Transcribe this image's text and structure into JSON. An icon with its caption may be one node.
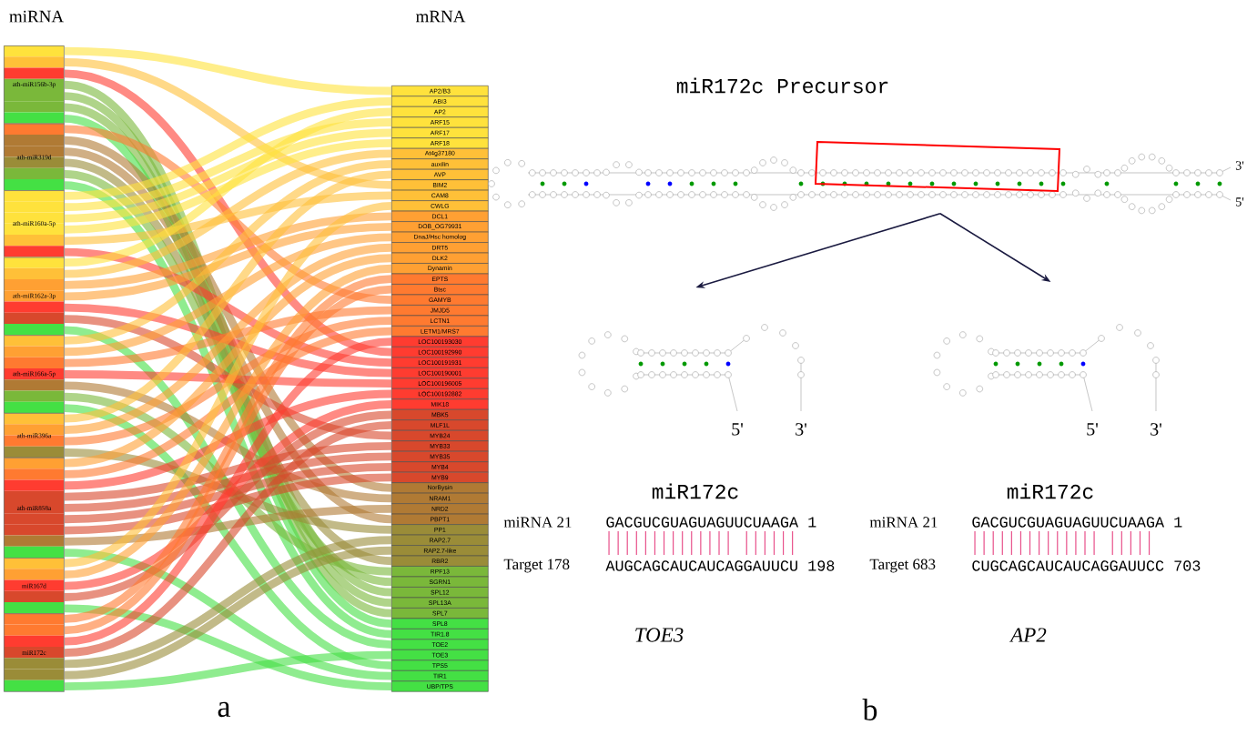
{
  "diagram": {
    "nodes": [
      {
        "text": [
          "ath-miR156b-3p"
        ]
      },
      {
        "text": [
          "ath-miR319d"
        ]
      },
      {
        "text": [
          "ath-miR160a-5p"
        ]
      },
      {
        "text": [
          "ath-miR162a-3p"
        ]
      },
      {
        "text": [
          "ath-miR166a-5p"
        ]
      },
      {
        "text": [
          "ath-miR396a"
        ]
      },
      {
        "text": [
          "ath-miR858a"
        ]
      },
      {
        "text": [
          "miR167d"
        ]
      },
      {
        "text": [
          "miR172c"
        ]
      },
      {
        "text": [
          "AP2/B3"
        ]
      },
      {
        "text": [
          "ABI3"
        ]
      },
      {
        "text": [
          "AP2"
        ]
      },
      {
        "text": [
          "ARF15"
        ]
      },
      {
        "text": [
          "ARF17"
        ]
      },
      {
        "text": [
          "ARF18"
        ]
      },
      {
        "text": [
          "At4g37180"
        ]
      },
      {
        "text": [
          "auxilin"
        ]
      },
      {
        "text": [
          "AVP"
        ]
      },
      {
        "text": [
          "BIM2"
        ]
      },
      {
        "text": [
          "CAM8"
        ]
      },
      {
        "text": [
          "CWLG"
        ]
      },
      {
        "text": [
          "DCL1"
        ]
      },
      {
        "text": [
          "DOB_OG79931"
        ]
      },
      {
        "text": [
          "DnaJ/Hsc homolog"
        ]
      },
      {
        "text": [
          "DRT5"
        ]
      },
      {
        "text": [
          "DLK2"
        ]
      },
      {
        "text": [
          "Dynamin"
        ]
      },
      {
        "text": [
          "EPTS"
        ]
      },
      {
        "text": [
          "Btsc"
        ]
      },
      {
        "text": [
          "GAMYB"
        ]
      },
      {
        "text": [
          "JMJD5"
        ]
      },
      {
        "text": [
          "LCTN1"
        ]
      },
      {
        "text": [
          "LETM1/MRS7"
        ]
      },
      {
        "text": [
          "LOC100193030"
        ]
      },
      {
        "text": [
          "LOC100192990"
        ]
      },
      {
        "text": [
          "LOC100191931"
        ]
      },
      {
        "text": [
          "LOC100190001"
        ]
      },
      {
        "text": [
          "LOC100196005"
        ]
      },
      {
        "text": [
          "LOC100192882"
        ]
      },
      {
        "text": [
          "MIK18"
        ]
      },
      {
        "text": [
          "MBK5"
        ]
      },
      {
        "text": [
          "MLF1L"
        ]
      },
      {
        "text": [
          "MYB24"
        ]
      },
      {
        "text": [
          "MYB33"
        ]
      },
      {
        "text": [
          "MYB35"
        ]
      },
      {
        "text": [
          "MYB4"
        ]
      },
      {
        "text": [
          "MYB9"
        ]
      },
      {
        "text": [
          "NorBysin"
        ]
      },
      {
        "text": [
          "NRAM1"
        ]
      },
      {
        "text": [
          "NRD2"
        ]
      },
      {
        "text": [
          "PBPT1"
        ]
      },
      {
        "text": [
          "PP1"
        ]
      },
      {
        "text": [
          "RAP2.7"
        ]
      },
      {
        "text": [
          "RAP2.7-like"
        ]
      },
      {
        "text": [
          "RBR2"
        ]
      },
      {
        "text": [
          "RPF13"
        ]
      },
      {
        "text": [
          "SGRN1"
        ]
      },
      {
        "text": [
          "SPL12"
        ]
      },
      {
        "text": [
          "SPL13A"
        ]
      },
      {
        "text": [
          "SPL7"
        ]
      },
      {
        "text": [
          "SPL8"
        ]
      },
      {
        "text": [
          "TIR1.8"
        ]
      },
      {
        "text": [
          "TOE2"
        ]
      },
      {
        "text": [
          "TOE3"
        ]
      },
      {
        "text": [
          "TPS5"
        ]
      },
      {
        "text": [
          "TIR1"
        ]
      },
      {
        "text": [
          "UBP/TPS"
        ]
      },
      {
        "text": [],
        "shape": "picture",
        "beside": [
          "miR172c Precursor",
          "3'",
          "5'"
        ]
      },
      {
        "text": [],
        "shape": "picture",
        "beside": [
          "miR172c",
          "5'",
          "3'"
        ]
      },
      {
        "text": [],
        "shape": "picture",
        "beside": [
          "miR172c",
          "5'",
          "3'"
        ]
      }
    ],
    "edges": [
      {
        "from": 0,
        "to": 9,
        "arrow": "none",
        "color": "#ffe23c"
      },
      {
        "from": 0,
        "to": 18,
        "arrow": "none",
        "color": "#ffc038"
      },
      {
        "from": 0,
        "to": 34,
        "arrow": "none",
        "color": "#ff3c30"
      },
      {
        "from": 0,
        "to": 57,
        "arrow": "none",
        "color": "#7ab83a"
      },
      {
        "from": 0,
        "to": 58,
        "arrow": "none",
        "color": "#7ab83a"
      },
      {
        "from": 0,
        "to": 59,
        "arrow": "none",
        "color": "#7ab83a"
      },
      {
        "from": 0,
        "to": 60,
        "arrow": "none",
        "color": "#44e044"
      },
      {
        "from": 1,
        "to": 29,
        "arrow": "none",
        "color": "#ff7a30"
      },
      {
        "from": 1,
        "to": 47,
        "arrow": "none",
        "color": "#b07a34"
      },
      {
        "from": 1,
        "to": 50,
        "arrow": "none",
        "color": "#b07a34"
      },
      {
        "from": 1,
        "to": 54,
        "arrow": "none",
        "color": "#9a8c38"
      },
      {
        "from": 1,
        "to": 56,
        "arrow": "none",
        "color": "#7ab83a"
      },
      {
        "from": 1,
        "to": 61,
        "arrow": "none",
        "color": "#44e044"
      },
      {
        "from": 2,
        "to": 10,
        "arrow": "none",
        "color": "#ffe23c"
      },
      {
        "from": 2,
        "to": 12,
        "arrow": "none",
        "color": "#ffe23c"
      },
      {
        "from": 2,
        "to": 13,
        "arrow": "none",
        "color": "#ffe23c"
      },
      {
        "from": 2,
        "to": 14,
        "arrow": "none",
        "color": "#ffe23c"
      },
      {
        "from": 2,
        "to": 19,
        "arrow": "none",
        "color": "#ffc038"
      },
      {
        "from": 2,
        "to": 35,
        "arrow": "none",
        "color": "#ff3c30"
      },
      {
        "from": 3,
        "to": 11,
        "arrow": "none",
        "color": "#ffe23c"
      },
      {
        "from": 3,
        "to": 15,
        "arrow": "none",
        "color": "#ffc038"
      },
      {
        "from": 3,
        "to": 21,
        "arrow": "none",
        "color": "#ffa033"
      },
      {
        "from": 3,
        "to": 22,
        "arrow": "none",
        "color": "#ffa033"
      },
      {
        "from": 3,
        "to": 36,
        "arrow": "none",
        "color": "#ff3c30"
      },
      {
        "from": 3,
        "to": 42,
        "arrow": "none",
        "color": "#d8482c"
      },
      {
        "from": 3,
        "to": 62,
        "arrow": "none",
        "color": "#44e044"
      },
      {
        "from": 4,
        "to": 16,
        "arrow": "none",
        "color": "#ffc038"
      },
      {
        "from": 4,
        "to": 23,
        "arrow": "none",
        "color": "#ffa033"
      },
      {
        "from": 4,
        "to": 30,
        "arrow": "none",
        "color": "#ff7a30"
      },
      {
        "from": 4,
        "to": 37,
        "arrow": "none",
        "color": "#ff3c30"
      },
      {
        "from": 4,
        "to": 48,
        "arrow": "none",
        "color": "#b07a34"
      },
      {
        "from": 4,
        "to": 55,
        "arrow": "none",
        "color": "#7ab83a"
      },
      {
        "from": 4,
        "to": 64,
        "arrow": "none",
        "color": "#44e044"
      },
      {
        "from": 5,
        "to": 17,
        "arrow": "none",
        "color": "#ffc038"
      },
      {
        "from": 5,
        "to": 24,
        "arrow": "none",
        "color": "#ffa033"
      },
      {
        "from": 5,
        "to": 31,
        "arrow": "none",
        "color": "#ff7a30"
      },
      {
        "from": 5,
        "to": 51,
        "arrow": "none",
        "color": "#9a8c38"
      },
      {
        "from": 6,
        "to": 25,
        "arrow": "none",
        "color": "#ffa033"
      },
      {
        "from": 6,
        "to": 32,
        "arrow": "none",
        "color": "#ff7a30"
      },
      {
        "from": 6,
        "to": 38,
        "arrow": "none",
        "color": "#ff3c30"
      },
      {
        "from": 6,
        "to": 43,
        "arrow": "none",
        "color": "#d8482c"
      },
      {
        "from": 6,
        "to": 44,
        "arrow": "none",
        "color": "#d8482c"
      },
      {
        "from": 6,
        "to": 45,
        "arrow": "none",
        "color": "#d8482c"
      },
      {
        "from": 6,
        "to": 46,
        "arrow": "none",
        "color": "#d8482c"
      },
      {
        "from": 6,
        "to": 49,
        "arrow": "none",
        "color": "#b07a34"
      },
      {
        "from": 6,
        "to": 65,
        "arrow": "none",
        "color": "#44e044"
      },
      {
        "from": 7,
        "to": 20,
        "arrow": "none",
        "color": "#ffc038"
      },
      {
        "from": 7,
        "to": 26,
        "arrow": "none",
        "color": "#ffa033"
      },
      {
        "from": 7,
        "to": 39,
        "arrow": "none",
        "color": "#ff3c30"
      },
      {
        "from": 7,
        "to": 40,
        "arrow": "none",
        "color": "#d8482c"
      },
      {
        "from": 7,
        "to": 66,
        "arrow": "none",
        "color": "#44e044"
      },
      {
        "from": 8,
        "to": 27,
        "arrow": "none",
        "color": "#ff7a30"
      },
      {
        "from": 8,
        "to": 28,
        "arrow": "none",
        "color": "#ff7a30"
      },
      {
        "from": 8,
        "to": 33,
        "arrow": "none",
        "color": "#ff3c30"
      },
      {
        "from": 8,
        "to": 41,
        "arrow": "none",
        "color": "#d8482c"
      },
      {
        "from": 8,
        "to": 52,
        "arrow": "none",
        "color": "#9a8c38"
      },
      {
        "from": 8,
        "to": 53,
        "arrow": "none",
        "color": "#9a8c38"
      },
      {
        "from": 8,
        "to": 63,
        "arrow": "none",
        "color": "#44e044"
      },
      {
        "from": 67,
        "to": 68,
        "arrow": "to",
        "color": "#1a1a40"
      },
      {
        "from": 67,
        "to": 69,
        "arrow": "to",
        "color": "#1a1a40"
      }
    ],
    "labels": [
      "miRNA",
      "mRNA",
      "miRNA 21",
      "GACGUCGUAGUAGUUCUAAGA 1",
      "Target 178",
      "AUGCAGCAUCAUCAGGAUUCU 198",
      "miRNA 21",
      "GACGUCGUAGUAGUUCUAAGA 1",
      "Target 683",
      "CUGCAGCAUCAUCAGGAUUCC 703",
      "TOE3",
      "AP2",
      "a",
      "b"
    ]
  }
}
